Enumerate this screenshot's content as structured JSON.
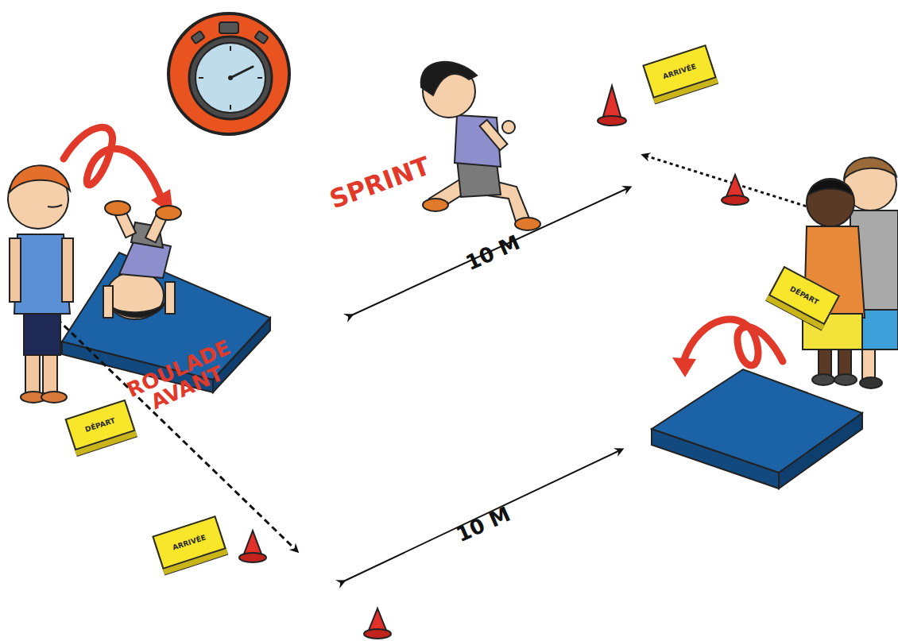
{
  "diagram": {
    "nodes": [
      {
        "text": [
          "ARRIVÉE"
        ]
      },
      {
        "text": [
          "DÉPART"
        ]
      },
      {
        "text": [
          "DÉPART"
        ]
      },
      {
        "text": [
          "ARRIVÉE"
        ]
      }
    ],
    "labels": [
      "SPRINT",
      "10 M",
      "ROULADE AVANT",
      "10 M"
    ]
  }
}
